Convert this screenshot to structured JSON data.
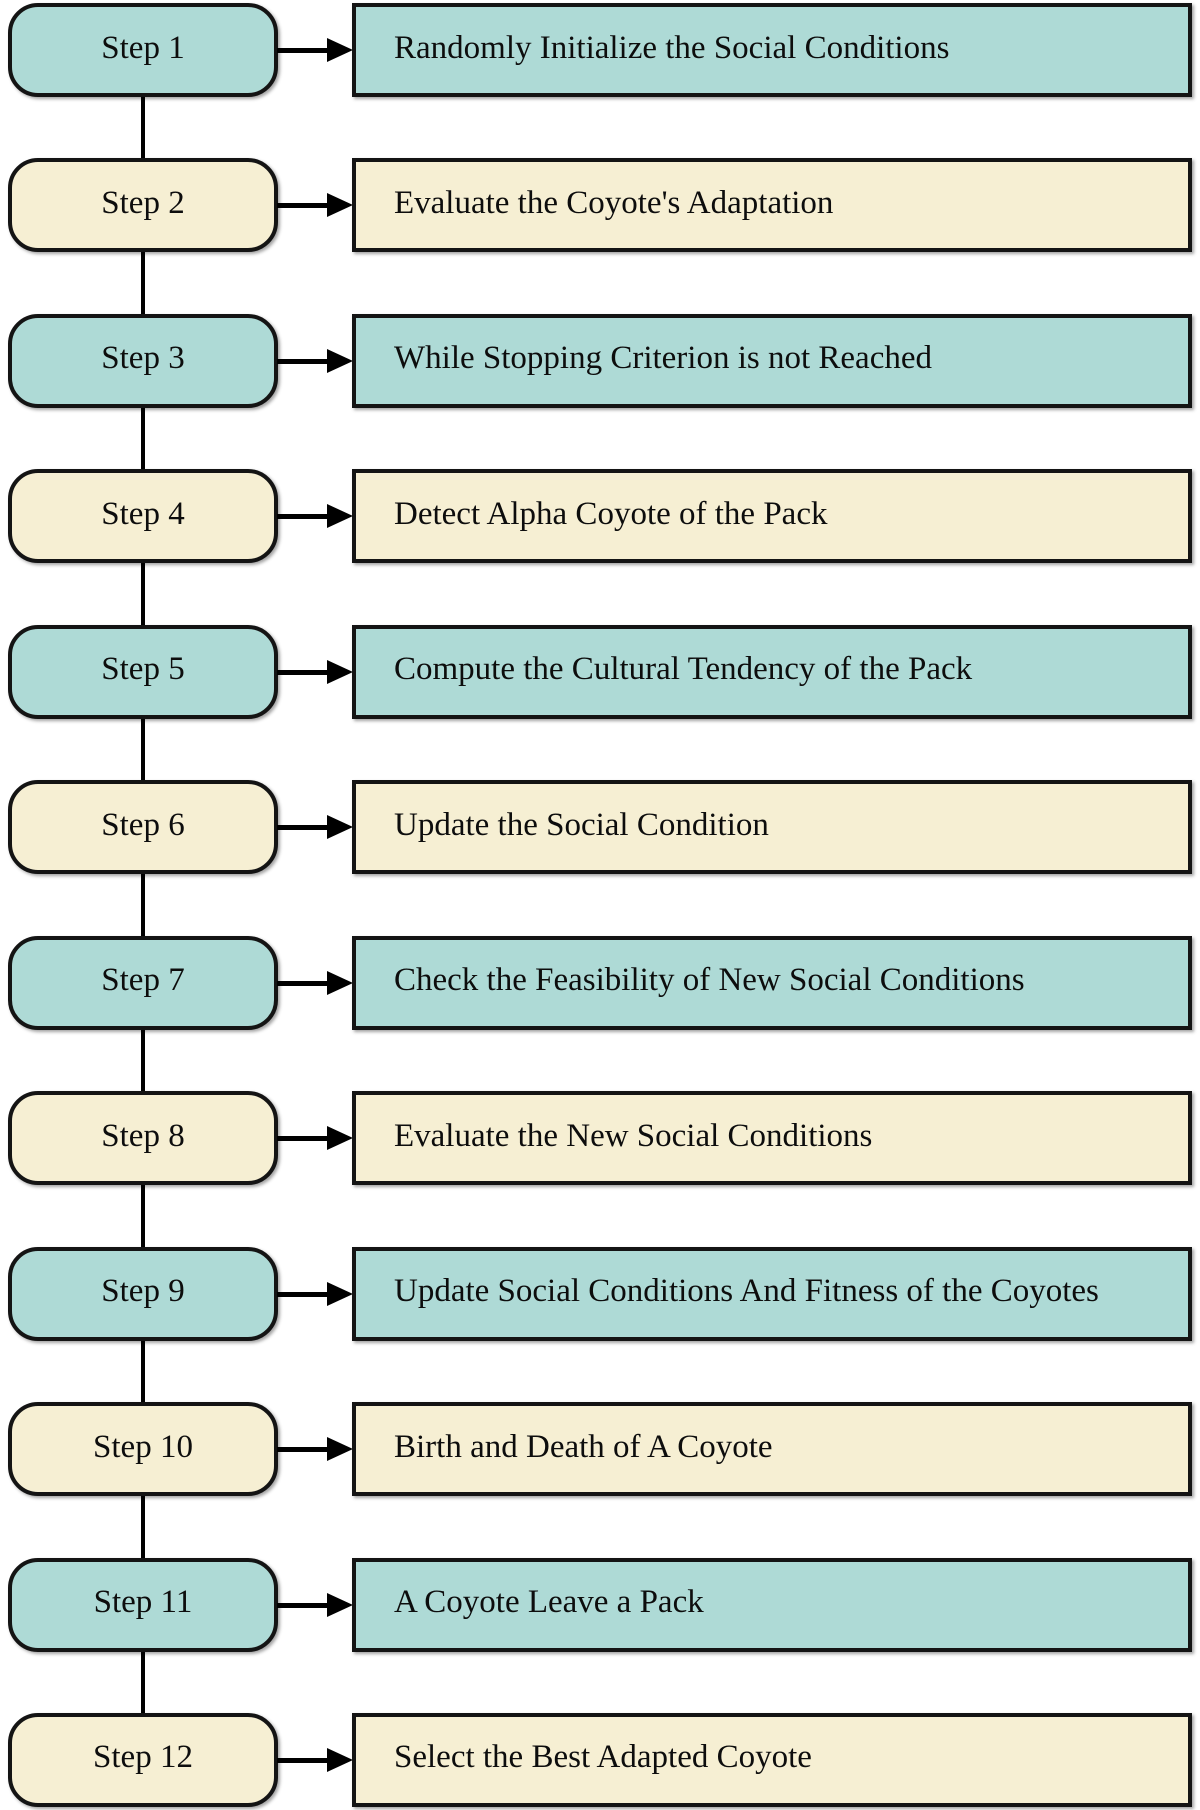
{
  "flowchart": {
    "colors": {
      "teal": "#aedad6",
      "cream": "#f6efd3",
      "border": "#141414",
      "connector": "#000000"
    },
    "steps": [
      {
        "label": "Step 1",
        "description": "Randomly Initialize the Social Conditions",
        "variant": "teal"
      },
      {
        "label": "Step 2",
        "description": "Evaluate the Coyote's Adaptation",
        "variant": "cream"
      },
      {
        "label": "Step 3",
        "description": "While Stopping Criterion is not Reached",
        "variant": "teal"
      },
      {
        "label": "Step 4",
        "description": "Detect Alpha Coyote of the Pack",
        "variant": "cream"
      },
      {
        "label": "Step 5",
        "description": "Compute the Cultural Tendency of the Pack",
        "variant": "teal"
      },
      {
        "label": "Step 6",
        "description": "Update the Social Condition",
        "variant": "cream"
      },
      {
        "label": "Step 7",
        "description": "Check the Feasibility of New Social Conditions",
        "variant": "teal"
      },
      {
        "label": "Step 8",
        "description": "Evaluate the New Social Conditions",
        "variant": "cream"
      },
      {
        "label": "Step 9",
        "description": "Update Social Conditions And Fitness of the Coyotes",
        "variant": "teal"
      },
      {
        "label": "Step 10",
        "description": "Birth and Death of A Coyote",
        "variant": "cream"
      },
      {
        "label": "Step 11",
        "description": "A Coyote Leave a Pack",
        "variant": "teal"
      },
      {
        "label": "Step 12",
        "description": "Select the Best Adapted Coyote",
        "variant": "cream"
      }
    ]
  }
}
